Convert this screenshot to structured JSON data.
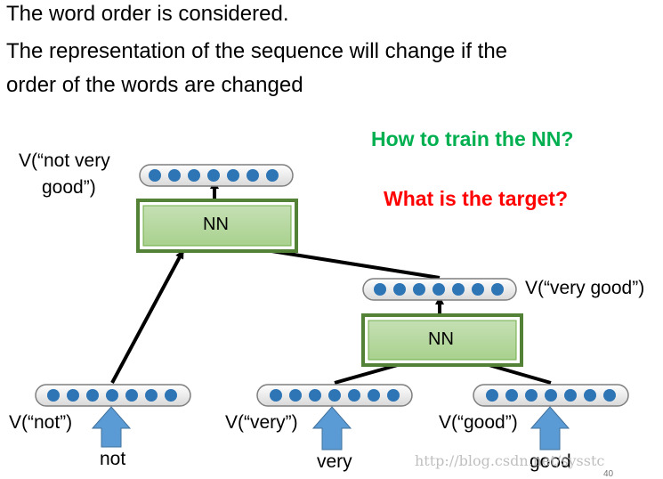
{
  "heading": {
    "line1": "The word order is considered.",
    "line2": "The representation of the sequence will change if the",
    "line3": "order of the words are changed"
  },
  "questions": {
    "train": "How to train the NN?",
    "target": "What is the target?",
    "train_color": "#00b050",
    "target_color": "#ff0000"
  },
  "nodes": {
    "nn_top": "NN",
    "nn_bottom": "NN",
    "v_not_very_good_line1": "V(“not very",
    "v_not_very_good_line2": "good”)",
    "v_very_good": "V(“very good”)",
    "v_not": "V(“not”)",
    "v_very": "V(“very”)",
    "v_good": "V(“good”)"
  },
  "words": {
    "not": "not",
    "very": "very",
    "good": "good"
  },
  "watermark": "http://blog.csdn.net/sysstc",
  "page_number": "40",
  "colors": {
    "nn_fill": "#a9d18e",
    "nn_border": "#538135",
    "dot": "#2e75b6",
    "word_arrow": "#5b9bd5"
  }
}
